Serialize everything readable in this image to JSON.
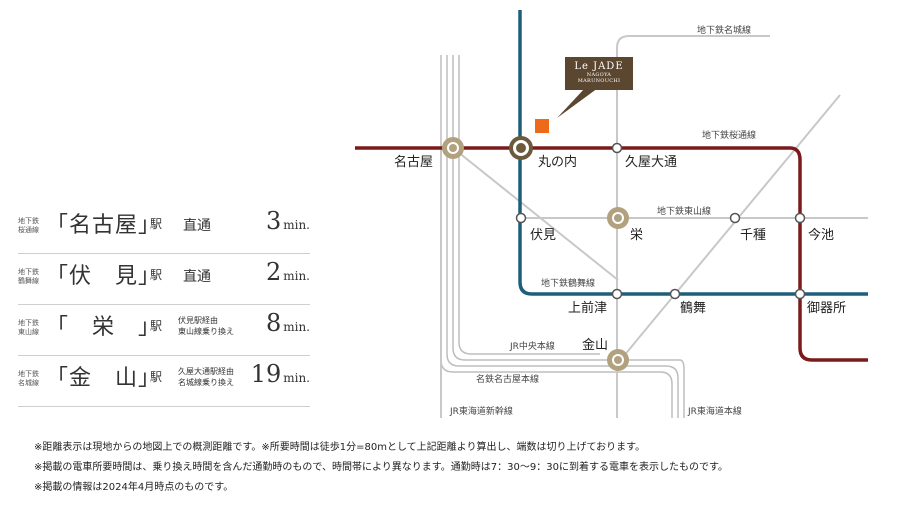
{
  "colors": {
    "sakuradori": "#7a1a1a",
    "tsurumai": "#1f5e7a",
    "meijo": "#bbbbbb",
    "site": "#ee6a1a",
    "brand_bg": "#5b4630",
    "station_ring": "#9a8a6a"
  },
  "brand": {
    "name": "Le JADE",
    "sub": "NAGOYA MARUNOUCHI"
  },
  "lines": {
    "meijo": "地下鉄名城線",
    "sakuradori": "地下鉄桜通線",
    "higashiyama": "地下鉄東山線",
    "tsurumai": "地下鉄鶴舞線",
    "jr_chuo": "JR中央本線",
    "meitetsu": "名鉄名古屋本線",
    "jr_shinkansen": "JR東海道新幹線",
    "jr_tokaido": "JR東海道本線"
  },
  "stations": {
    "nagoya": "名古屋",
    "marunouchi": "丸の内",
    "hisaya": "久屋大通",
    "fushimi": "伏見",
    "sakae": "栄",
    "chikusa": "千種",
    "imaike": "今池",
    "kamimaezu": "上前津",
    "tsurumai": "鶴舞",
    "gokiso": "御器所",
    "kanayama": "金山"
  },
  "routes": [
    {
      "line": "地下鉄\n桜通線",
      "station": "「名古屋」",
      "eki": "駅",
      "method": "直通",
      "minutes": "3",
      "unit": "min."
    },
    {
      "line": "地下鉄\n鶴舞線",
      "station": "「伏　見」",
      "eki": "駅",
      "method": "直通",
      "minutes": "2",
      "unit": "min."
    },
    {
      "line": "地下鉄\n東山線",
      "station": "「　栄　」",
      "eki": "駅",
      "method": "伏見駅経由\n東山線乗り換え",
      "minutes": "8",
      "unit": "min."
    },
    {
      "line": "地下鉄\n名城線",
      "station": "「金　山」",
      "eki": "駅",
      "method": "久屋大通駅経由\n名城線乗り換え",
      "minutes": "19",
      "unit": "min."
    }
  ],
  "notes": [
    "※距離表示は現地からの地図上での概測距離です。※所要時間は徒歩1分=80mとして上記距離より算出し、端数は切り上げております。",
    "※掲載の電車所要時間は、乗り換え時間を含んだ通勤時のもので、時間帯により異なります。通勤時は7：30〜9：30に到着する電車を表示したものです。",
    "※掲載の情報は2024年4月時点のものです。"
  ]
}
